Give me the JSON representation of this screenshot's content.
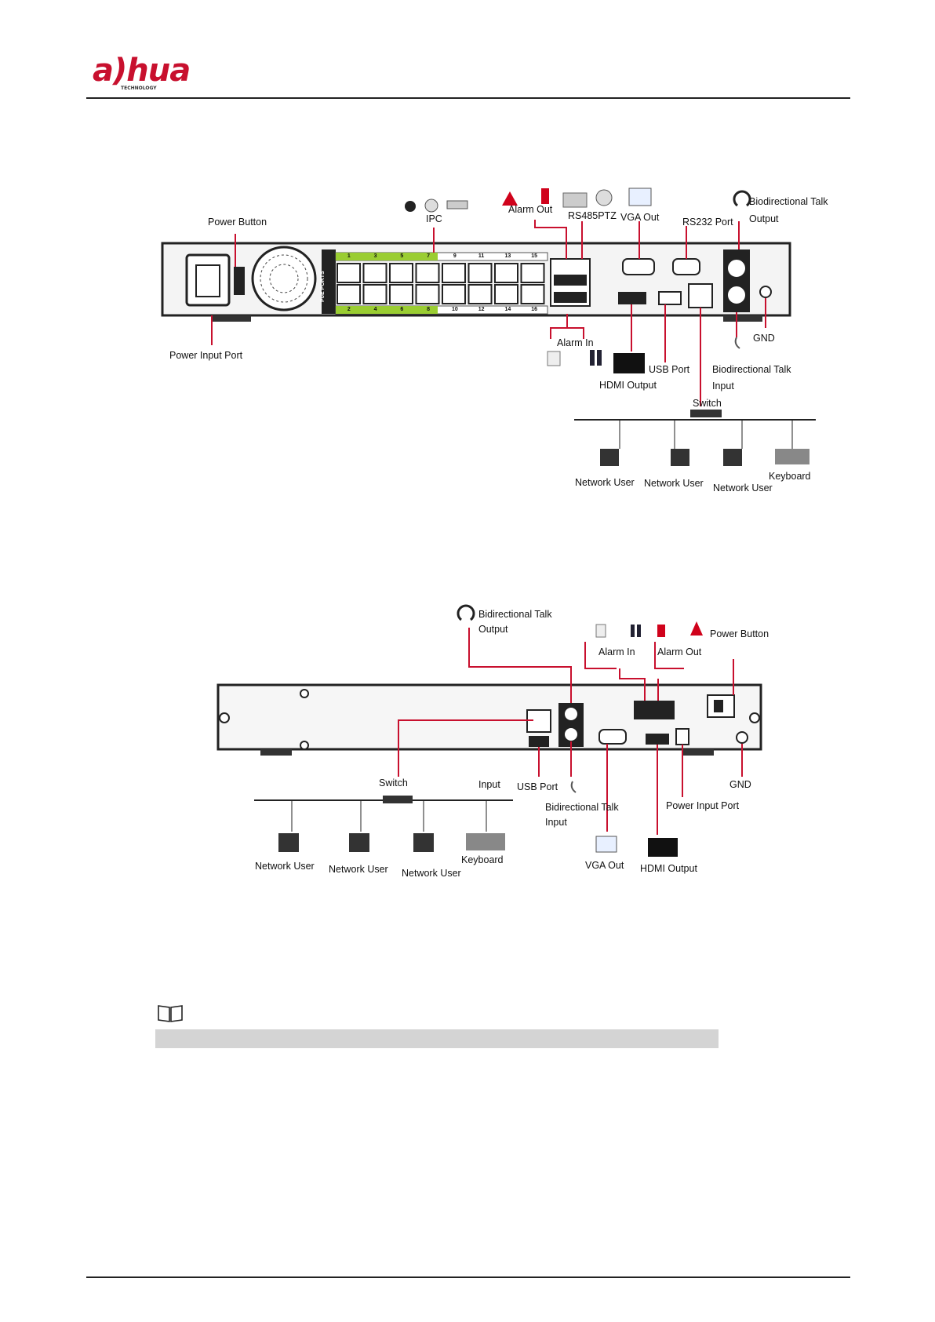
{
  "header": {
    "logo_text": "a)hua",
    "logo_sub": "TECHNOLOGY"
  },
  "diagram1": {
    "labels": {
      "ipc": "IPC",
      "power_button": "Power Button",
      "alarm_out": "Alarm Out",
      "rs485": "RS485PTZ",
      "vga_out": "VGA Out",
      "rs232": "RS232 Port",
      "talk_out_1": "Biodirectional Talk",
      "talk_out_2": "Output",
      "power_input": "Power Input Port",
      "alarm_in": "Alarm In",
      "usb": "USB Port",
      "talk_in_1": "Biodirectional Talk",
      "talk_in_2": "Input",
      "gnd": "GND",
      "hdmi": "HDMI Output",
      "switch": "Switch",
      "net_user_1": "Network User",
      "net_user_2": "Network User",
      "net_user_3": "Network User",
      "keyboard": "Keyboard"
    },
    "poe_top": [
      "1",
      "3",
      "5",
      "7",
      "9",
      "11",
      "13",
      "15"
    ],
    "poe_bottom": [
      "2",
      "4",
      "6",
      "8",
      "10",
      "12",
      "14",
      "16"
    ],
    "poe_label": "PoE PORTS"
  },
  "diagram2": {
    "labels": {
      "talk_out_1": "Bidirectional Talk",
      "talk_out_2": "Output",
      "alarm_in": "Alarm In",
      "alarm_out": "Alarm Out",
      "power_button": "Power Button",
      "switch": "Switch",
      "input": "Input",
      "usb": "USB Port",
      "gnd": "GND",
      "talk_in_1": "Bidirectional Talk",
      "talk_in_2": "Input",
      "power_input": "Power Input Port",
      "net_user_1": "Network User",
      "net_user_2": "Network User",
      "net_user_3": "Network User",
      "keyboard": "Keyboard",
      "vga_out": "VGA Out",
      "hdmi": "HDMI Output"
    }
  },
  "colors": {
    "accent": "#c8102e",
    "poe_green": "#9acd32",
    "device": "#222222"
  }
}
